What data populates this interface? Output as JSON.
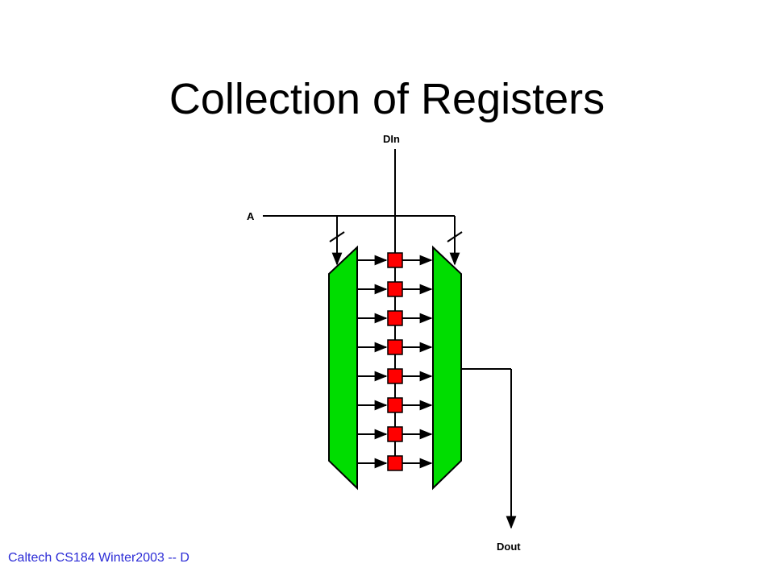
{
  "title": "Collection of Registers",
  "footer": "Caltech CS184 Winter2003 -- D",
  "diagram": {
    "labels": {
      "din": "DIn",
      "address": "A",
      "dout": "Dout"
    },
    "register_count": 8,
    "colors": {
      "mux": "#00dd00",
      "register": "#ff0000",
      "line": "#000000",
      "footer": "#2b2bd6"
    }
  }
}
